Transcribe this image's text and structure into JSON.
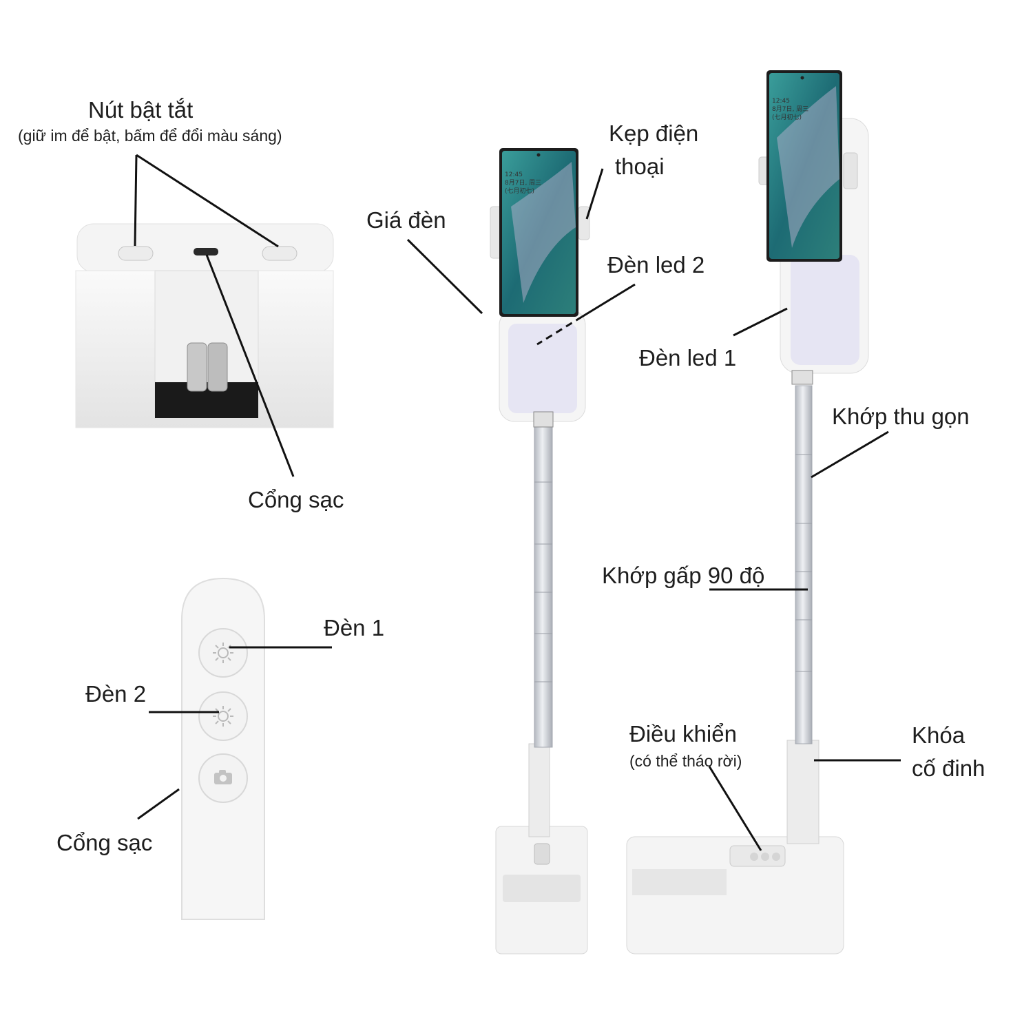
{
  "labels": {
    "power_button": "Nút bật tắt",
    "power_button_note": "(giữ im để bật, bấm để đổi màu sáng)",
    "charging_port_top": "Cổng sạc",
    "lamp_holder": "Giá đèn",
    "phone_clamp_line1": "Kẹp điện",
    "phone_clamp_line2": "thoại",
    "led_2": "Đèn led 2",
    "led_1": "Đèn led 1",
    "retract_joint": "Khớp thu gọn",
    "fold_joint": "Khớp gấp 90 độ",
    "light_1": "Đèn 1",
    "light_2": "Đèn 2",
    "charging_port_remote": "Cổng sạc",
    "remote_control": "Điều khiển",
    "remote_control_note": "(có thể tháo rời)",
    "lock_line1": "Khóa",
    "lock_line2": "cố đinh"
  },
  "phone_screen": {
    "time": "12:45",
    "date": "8月7日, 周三",
    "lunar": "(七月初七)"
  },
  "colors": {
    "product_white": "#f2f2f2",
    "shadow_gray": "#d9d9d9",
    "pole_silver": "#c9ccd2",
    "led_panel": "#e7e6f4",
    "phone_screen": "#2f8a86",
    "leader_line": "#111111"
  },
  "icons": [
    "sun-icon",
    "sun-icon",
    "camera-icon",
    "usb-port-icon"
  ]
}
